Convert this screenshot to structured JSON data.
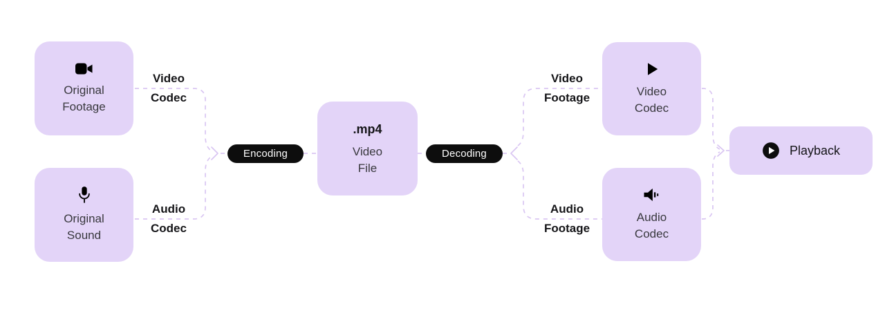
{
  "colors": {
    "background": "#FFFFFF",
    "box_fill": "#E3D4F8",
    "connector": "#D9C5F2",
    "badge_bg": "#0D0D0D",
    "badge_text": "#FFFFFF",
    "text_primary": "#141417",
    "text_secondary": "#38383D"
  },
  "diagram": {
    "sources": {
      "original_footage": {
        "icon": "video-camera-icon",
        "line1": "Original",
        "line2": "Footage"
      },
      "original_sound": {
        "icon": "microphone-icon",
        "line1": "Original",
        "line2": "Sound"
      }
    },
    "encode_labels": {
      "video_codec": {
        "line1": "Video",
        "line2": "Codec"
      },
      "audio_codec": {
        "line1": "Audio",
        "line2": "Codec"
      }
    },
    "badges": {
      "encoding": "Encoding",
      "decoding": "Decoding"
    },
    "file": {
      "title": ".mp4",
      "line1": "Video",
      "line2": "File"
    },
    "decode_labels": {
      "video_footage": {
        "line1": "Video",
        "line2": "Footage"
      },
      "audio_footage": {
        "line1": "Audio",
        "line2": "Footage"
      }
    },
    "decoders": {
      "video_codec": {
        "icon": "play-icon",
        "line1": "Video",
        "line2": "Codec"
      },
      "audio_codec": {
        "icon": "speaker-icon",
        "line1": "Audio",
        "line2": "Codec"
      }
    },
    "playback": {
      "icon": "play-circle-icon",
      "label": "Playback"
    }
  }
}
